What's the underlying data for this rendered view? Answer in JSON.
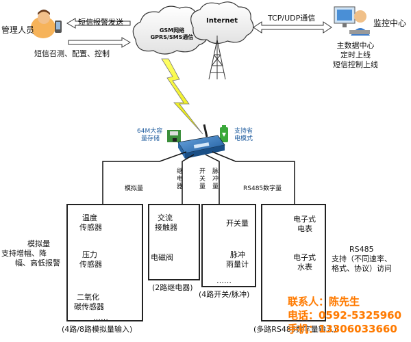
{
  "top": {
    "manager_label": "管理人员",
    "sms_alarm_label": "短信报警发送",
    "sms_control_label": "短信召测、配置、控制",
    "cloud_gsm_line1": "GSM网络",
    "cloud_gsm_line2": "GPRS/SMS通信",
    "cloud_internet": "Internet",
    "tcp_label": "TCP/UDP通信",
    "monitor_label": "监控中心",
    "center_lines": [
      "主数据中心",
      "定时上线",
      "短信控制上线"
    ]
  },
  "device": {
    "storage_line1": "64M大容",
    "storage_line2": "量存储",
    "power_line1": "支持省",
    "power_line2": "电模式"
  },
  "branches": {
    "analog": "模拟量",
    "relay": "继电器",
    "switch": "开关量",
    "pulse": "脉冲量",
    "rs485": "RS485数字量"
  },
  "side": {
    "analog_lines": [
      "模拟量",
      "支持增幅、降",
      "幅、高低报警"
    ],
    "rs485_lines": [
      "RS485",
      "支持（不同速率、",
      "格式、协议）访问"
    ]
  },
  "boxes": {
    "analog": {
      "items": [
        "温度",
        "传感器",
        "压力",
        "传感器",
        "二氧化",
        "碳传感器"
      ],
      "dots": "……",
      "caption": "(4路/8路模拟量输入)"
    },
    "relay": {
      "items": [
        "交流",
        "接触器",
        "电磁阀"
      ],
      "caption": "(2路继电器)"
    },
    "switch": {
      "items": [
        "开关量",
        "脉冲",
        "雨量计"
      ],
      "dots": "……",
      "caption": "(4路开关/脉冲)"
    },
    "rs485": {
      "items": [
        "电子式",
        "电表",
        "电子式",
        "水表"
      ],
      "caption": "(多路RS485数字量输入)"
    }
  },
  "contact": {
    "person": "联系人：陈先生",
    "phone": "电话：0592-5325960",
    "mobile": "手机：13306033660"
  },
  "colors": {
    "lightning": "#f2f200",
    "cloud_fill": "#f3f3f3",
    "contact": "#ff7a00",
    "device_blue": "#2f6fb5"
  }
}
